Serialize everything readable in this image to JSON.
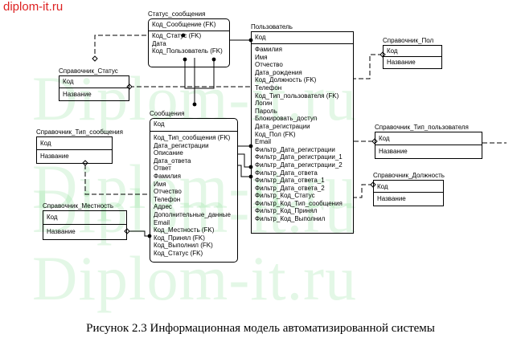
{
  "watermark": {
    "header": "diplom-it.ru",
    "big": [
      "Diplom-it.ru",
      "Diplom-it.ru",
      "Diplom-it.ru",
      "Diplom-it.ru"
    ]
  },
  "caption": "Рисунок 2.3 Информационная модель автоматизированной системы",
  "entities": {
    "status_msg": {
      "title": "Статус_сообщения",
      "key": "Код_Сообщение (FK)",
      "attrs": [
        "Код_Статус (FK)",
        "Дата",
        "Код_Пользователь (FK)"
      ]
    },
    "user": {
      "title": "Пользователь",
      "key": "Код",
      "attrs": [
        "Фамилия",
        "Имя",
        "Отчество",
        "Дата_рождения",
        "Код_Должность (FK)",
        "Телефон",
        "Код_Тип_пользователя (FK)",
        "Логин",
        "Пароль",
        "Блокировать_доступ",
        "Дата_регистрации",
        "Код_Пол (FK)",
        "Email",
        "Фильтр_Дата_регистрации",
        "Фильтр_Дата_регистрации_1",
        "Фильтр_Дата_регистрации_2",
        "Фильтр_Дата_ответа",
        "Фильтр_Дата_ответа_1",
        "Фильтр_Дата_ответа_2",
        "Фильтр_Код_Статус",
        "Фильтр_Код_Тип_сообщения",
        "Фильтр_Код_Принял",
        "Фильтр_Код_Выполнил"
      ]
    },
    "ref_gender": {
      "title": "Справочник_Пол",
      "key": "Код",
      "attrs": [
        "Название"
      ]
    },
    "ref_status": {
      "title": "Справочник_Статус",
      "key": "Код",
      "attrs": [
        "Название"
      ]
    },
    "ref_msg_type": {
      "title": "Справочник_Тип_сообщения",
      "key": "Код",
      "attrs": [
        "Название"
      ]
    },
    "message": {
      "title": "Сообщения",
      "key": "Код",
      "attrs": [
        "Код_Тип_сообщения (FK)",
        "Дата_регистрации",
        "Описание",
        "Дата_ответа",
        "Ответ",
        "Фамилия",
        "Имя",
        "Отчество",
        "Телефон",
        "Адрес",
        "Дополнительные_данные",
        "Email",
        "Код_Местность (FK)",
        "Код_Принял (FK)",
        "Код_Выполнил (FK)",
        "Код_Статус (FK)"
      ]
    },
    "ref_user_type": {
      "title": "Справочник_Тип_пользователя",
      "key": "Код",
      "attrs": [
        "Название"
      ]
    },
    "ref_position": {
      "title": "Справочник_Должность",
      "key": "Код",
      "attrs": [
        "Название"
      ]
    },
    "ref_locality": {
      "title": "Справочник_Местность",
      "key": "Код",
      "attrs": [
        "Название"
      ]
    }
  }
}
